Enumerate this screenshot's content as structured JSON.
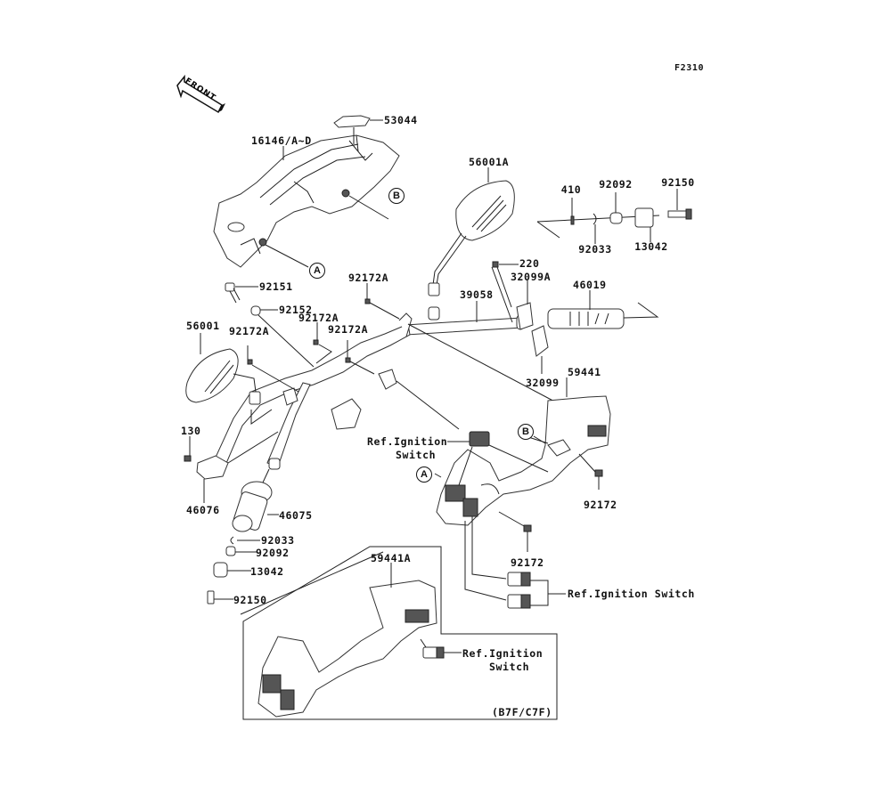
{
  "diagram": {
    "code": "F2310",
    "front_label": "FRONT",
    "parts": {
      "p53044": "53044",
      "p16146": "16146/A~D",
      "p56001A": "56001A",
      "p410": "410",
      "p92092_r": "92092",
      "p92150_r": "92150",
      "p92033_r": "92033",
      "p13042_r": "13042",
      "p220": "220",
      "p32099A": "32099A",
      "p39058": "39058",
      "p46019": "46019",
      "p92172A_a": "92172A",
      "p92172A_b": "92172A",
      "p92172A_c": "92172A",
      "p92172A_d": "92172A",
      "p92151": "92151",
      "p92152": "92152",
      "p56001": "56001",
      "p32099": "32099",
      "p59441": "59441",
      "p130": "130",
      "p46076": "46076",
      "p46075": "46075",
      "p92033_l": "92033",
      "p92092_l": "92092",
      "p13042_l": "13042",
      "p92150_l": "92150",
      "p92172_a": "92172",
      "p92172_b": "92172",
      "p59441A": "59441A"
    },
    "references": {
      "ign1_line1": "Ref.Ignition",
      "ign1_line2": "Switch",
      "ign2": "Ref.Ignition Switch",
      "ign3_line1": "Ref.Ignition",
      "ign3_line2": "Switch"
    },
    "callouts": {
      "a1": "A",
      "b1": "B",
      "a2": "A",
      "b2": "B"
    },
    "variant_box_label": "(B7F/C7F)"
  }
}
